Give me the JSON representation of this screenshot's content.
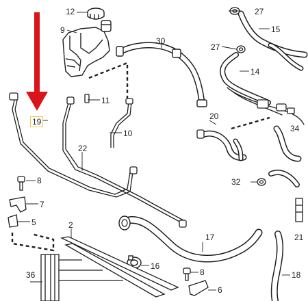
{
  "colors": {
    "line": "#1e1e1e",
    "hose_fill": "#ffffff",
    "arrow": "#d9141b",
    "highlight_border": "#f0c84a"
  },
  "callouts": {
    "p12": "12",
    "p9": "9",
    "p27a": "27",
    "p15": "15",
    "p30": "30",
    "p27b": "27",
    "p14": "14",
    "p11": "11",
    "p19": "19",
    "p20": "20",
    "p34": "34",
    "p10": "10",
    "p22": "22",
    "p8a": "8",
    "p32": "32",
    "p7": "7",
    "p5": "5",
    "p2": "2",
    "p17": "17",
    "p21": "21",
    "p16": "16",
    "p36": "36",
    "p8b": "8",
    "p6": "6",
    "p18": "18"
  }
}
